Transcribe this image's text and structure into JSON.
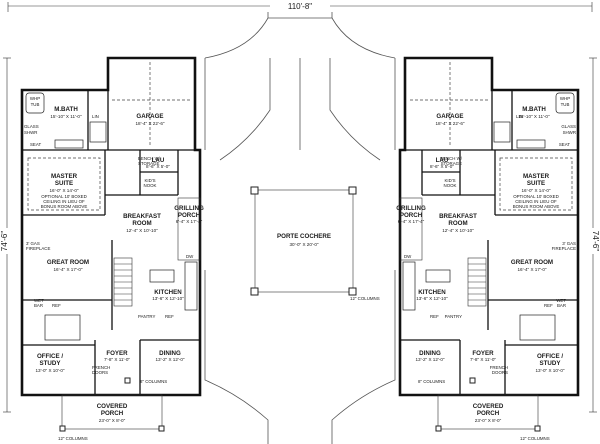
{
  "dimensions": {
    "overall_width": "110'-8\"",
    "unit_depth": "74'-6\""
  },
  "center": {
    "porte_cochere": {
      "name": "PORTE COCHERE",
      "size": "30'-0\" X 20'-0\""
    },
    "columns_note": "12\" COLUMNS"
  },
  "units": {
    "left": {
      "garage": {
        "name": "GARAGE",
        "size": "18'-4\" X 22'-6\""
      },
      "mbath": {
        "name": "M.BATH",
        "size": "15'-10\" X 11'-0\""
      },
      "master": {
        "name": "MASTER",
        "name2": "SUITE",
        "size": "16'-0\" X 14'-0\"",
        "note1": "OPTIONAL 10' BOXED",
        "note2": "CEILING IN LIEU OF",
        "note3": "BONUS ROOM ABOVE"
      },
      "lau": {
        "name": "LAU",
        "size": "8'-6\" X 5'-0\""
      },
      "grilling": {
        "name": "GRILLING",
        "name2": "PORCH",
        "size": "6'-4\" X 17'-4\""
      },
      "breakfast": {
        "name": "BREAKFAST",
        "name2": "ROOM",
        "size": "12'-4\" X 10'-10\""
      },
      "great": {
        "name": "GREAT ROOM",
        "size": "16'-4\" X 17'-0\""
      },
      "kitchen": {
        "name": "KITCHEN",
        "size": "13'-6\" X 12'-10\""
      },
      "office": {
        "name": "OFFICE /",
        "name2": "STUDY",
        "size": "13'-0\" X 10'-0\""
      },
      "foyer": {
        "name": "FOYER",
        "size": "7'-8\" X 11'-0\""
      },
      "dining": {
        "name": "DINING",
        "size": "13'-2\" X 12'-0\""
      },
      "porch": {
        "name": "COVERED",
        "name2": "PORCH",
        "size": "23'-0\" X 8'-0\""
      }
    },
    "right": {
      "garage": {
        "name": "GARAGE",
        "size": "18'-4\" X 22'-6\""
      },
      "mbath": {
        "name": "M.BATH",
        "size": "15'-10\" X 11'-0\""
      },
      "master": {
        "name": "MASTER",
        "name2": "SUITE",
        "size": "16'-0\" X 14'-0\"",
        "note1": "OPTIONAL 10' BOXED",
        "note2": "CEILING IN LIEU OF",
        "note3": "BONUS ROOM ABOVE"
      },
      "lau": {
        "name": "LAU",
        "size": "8'-6\" X 5'-0\""
      },
      "grilling": {
        "name": "GRILLING",
        "name2": "PORCH",
        "size": "6'-4\" X 17'-4\""
      },
      "breakfast": {
        "name": "BREAKFAST",
        "name2": "ROOM",
        "size": "12'-4\" X 10'-10\""
      },
      "great": {
        "name": "GREAT ROOM",
        "size": "16'-4\" X 17'-0\""
      },
      "kitchen": {
        "name": "KITCHEN",
        "size": "13'-6\" X 12'-10\""
      },
      "office": {
        "name": "OFFICE /",
        "name2": "STUDY",
        "size": "13'-0\" X 10'-0\""
      },
      "foyer": {
        "name": "FOYER",
        "size": "7'-8\" X 11'-0\""
      },
      "dining": {
        "name": "DINING",
        "size": "13'-2\" X 12'-0\""
      },
      "porch": {
        "name": "COVERED",
        "name2": "PORCH",
        "size": "23'-0\" X 8'-0\""
      }
    }
  },
  "small_labels": {
    "whp_tub1": "WHP",
    "whp_tub2": "TUB",
    "glass_shwr1": "GLASS",
    "glass_shwr2": "SHWR",
    "seat": "SEAT",
    "lin": "LIN",
    "bench1": "BENCH W/",
    "bench2": "STORAGE",
    "kids1": "KID'S",
    "kids2": "NOOK",
    "gas1": "3' GAS",
    "gas2": "FIREPLACE",
    "wet1": "WET",
    "wet2": "BAR",
    "ref": "REF",
    "pantry": "PANTRY",
    "dw": "DW",
    "french1": "FRENCH",
    "french2": "DOORS",
    "col8": "8\" COLUMNS",
    "col12": "12\" COLUMNS"
  }
}
